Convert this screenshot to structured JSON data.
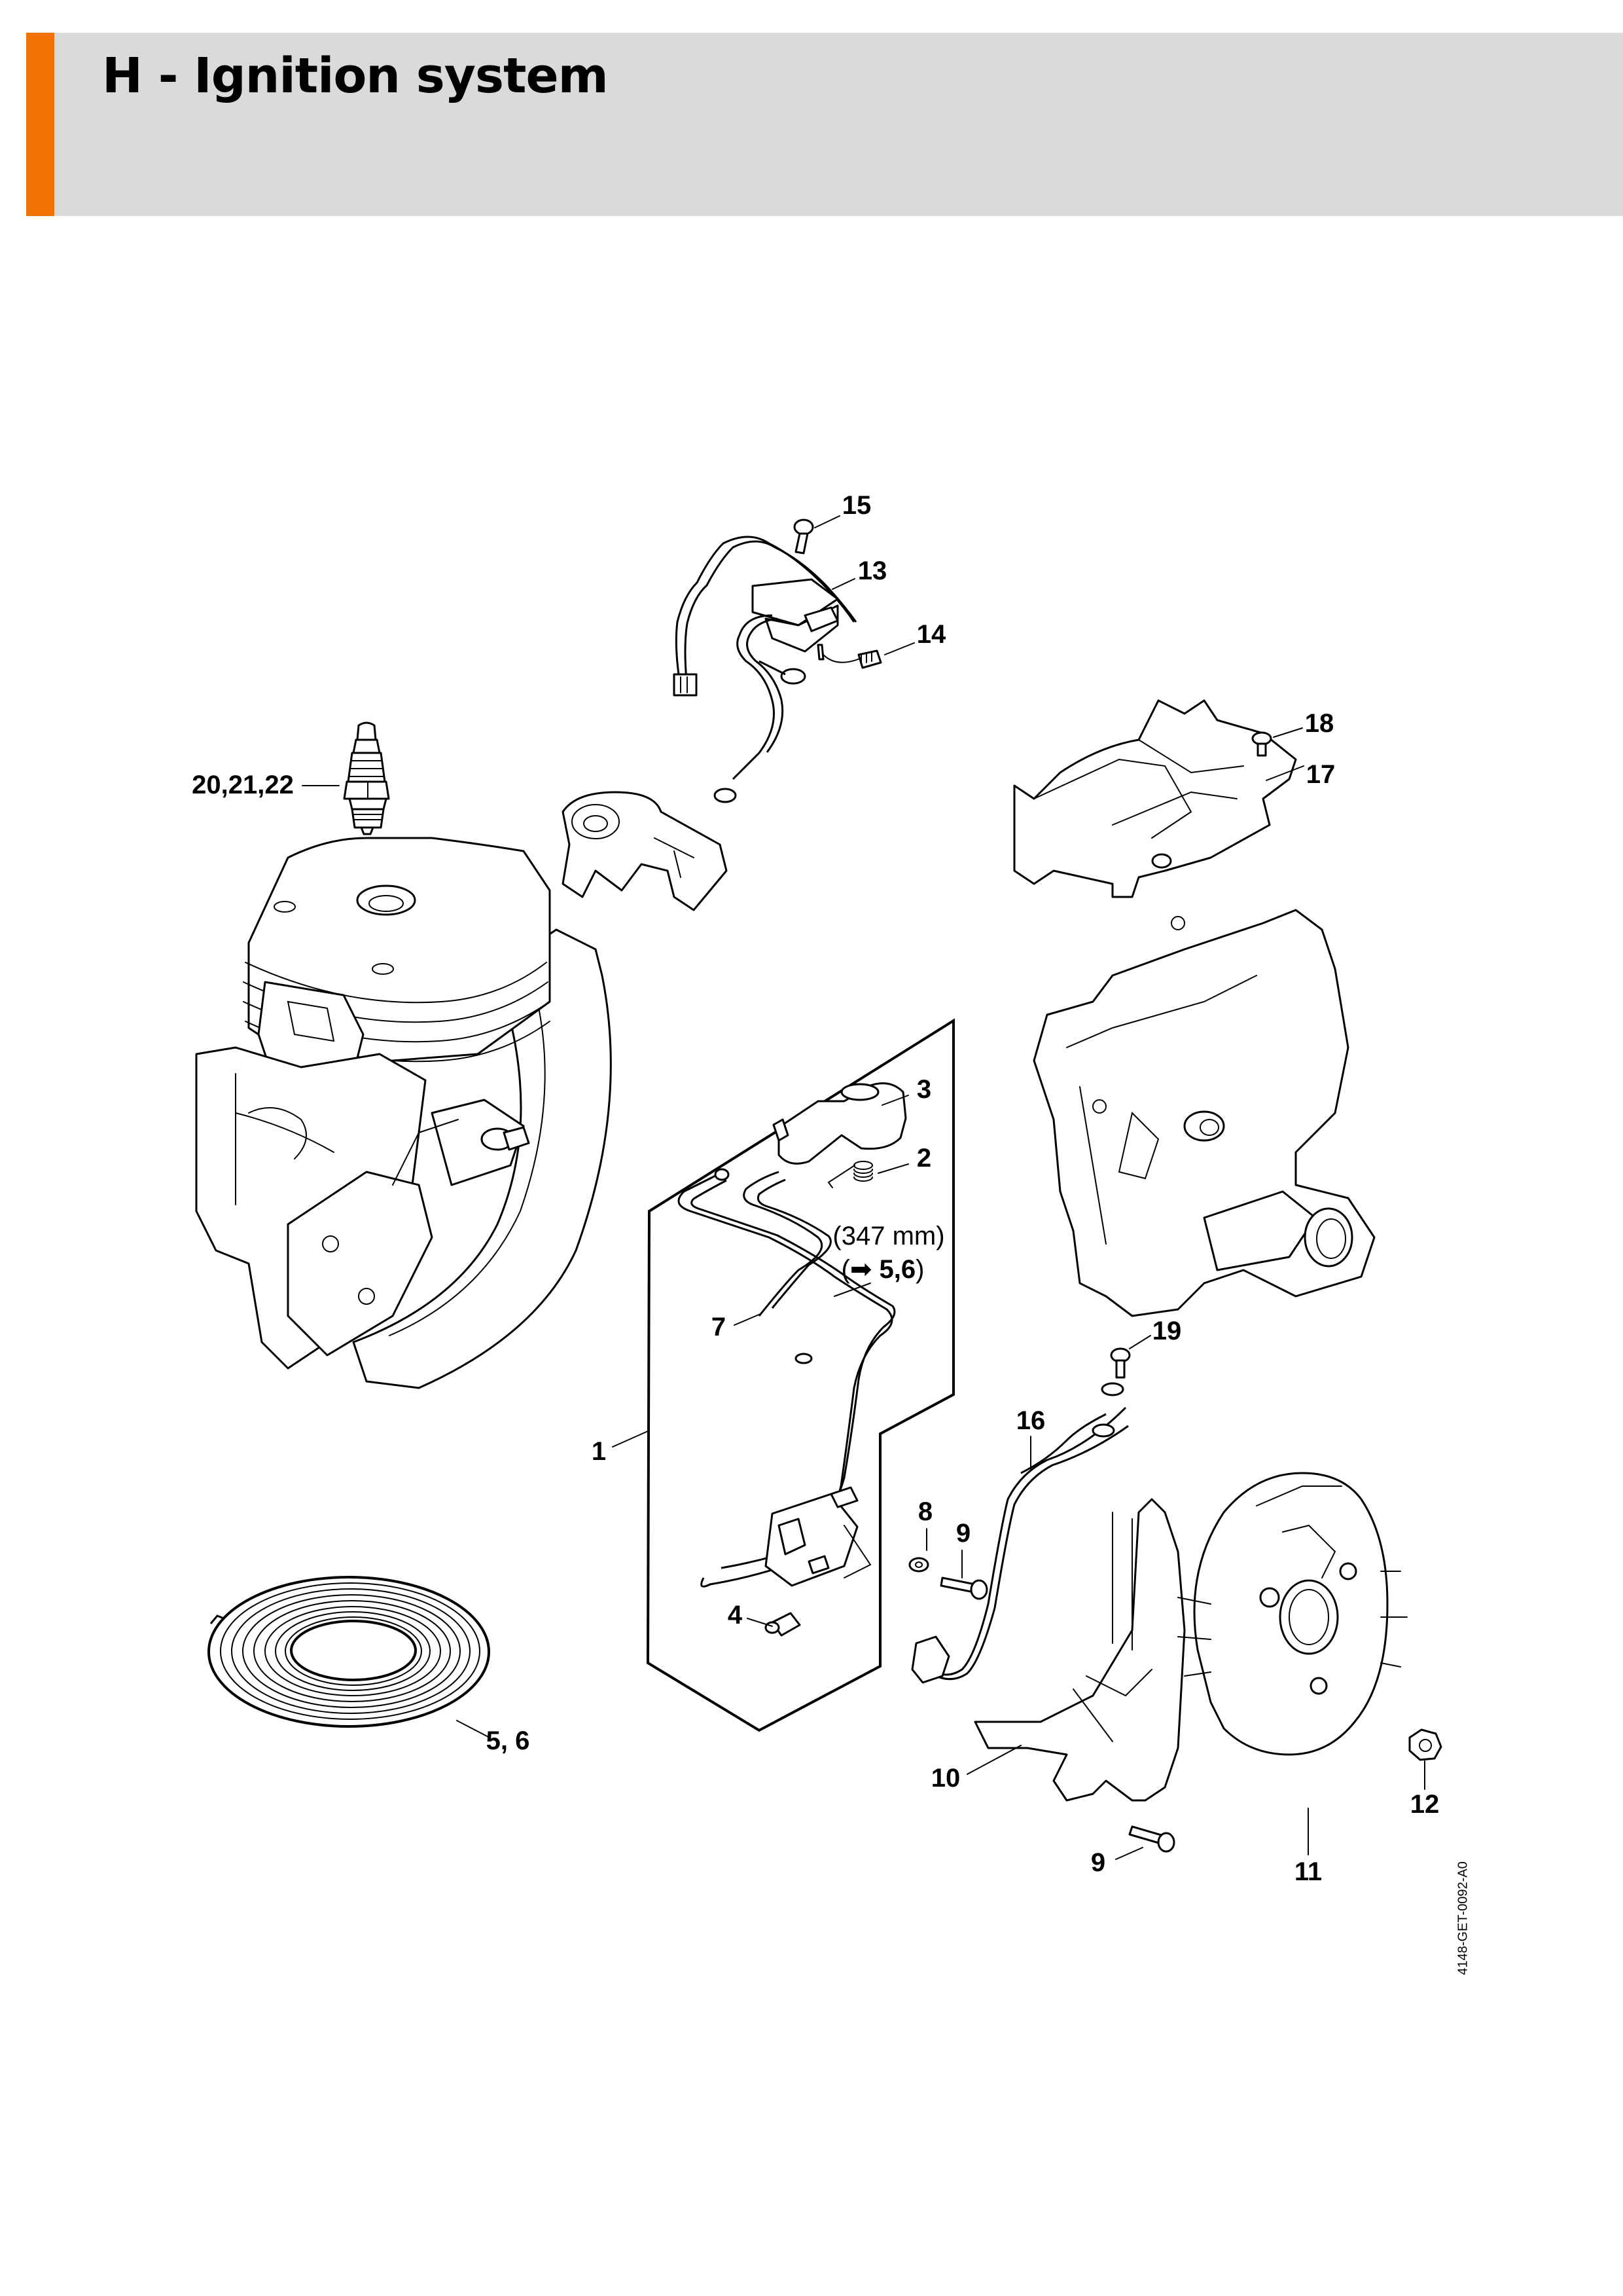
{
  "header": {
    "title": "H - Ignition system",
    "accent_color": "#ef7203",
    "background_color": "#d9dbda"
  },
  "callouts": {
    "c15": "15",
    "c13": "13",
    "c14": "14",
    "c18": "18",
    "c17": "17",
    "c20_21_22": "20,21,22",
    "c3": "3",
    "c2": "2",
    "c7": "7",
    "c19": "19",
    "c16": "16",
    "c1": "1",
    "c8": "8",
    "c9_upper": "9",
    "c4": "4",
    "c5_6": "5, 6",
    "c10": "10",
    "c12": "12",
    "c9_lower": "9",
    "c11": "11"
  },
  "notes": {
    "length_open": "(347 mm)",
    "ref_open": "(",
    "ref_arrow": "➡",
    "ref_value": "5,6",
    "ref_close": ")"
  },
  "drawing_code": "4148-GET-0092-A0"
}
